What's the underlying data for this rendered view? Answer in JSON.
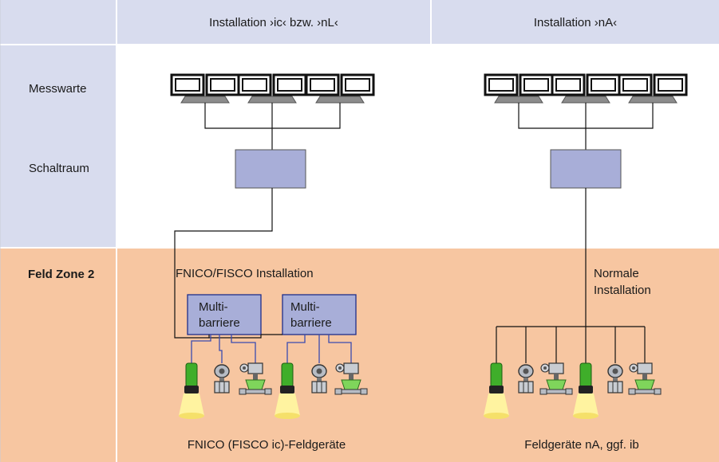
{
  "columns": {
    "left_header": "Installation ›ic‹ bzw. ›nL‹",
    "right_header": "Installation ›nA‹"
  },
  "rows": {
    "control_room": "Messwarte",
    "switch_room": "Schaltraum",
    "field_zone": "Feld Zone 2"
  },
  "left_section": {
    "installation_label": "FNICO/FISCO Installation",
    "barrier_1": [
      "Multi-",
      "barriere"
    ],
    "barrier_2": [
      "Multi-",
      "barriere"
    ],
    "devices_caption": "FNICO (FISCO ic)-Feldgeräte"
  },
  "right_section": {
    "installation_label": [
      "Normale",
      "Installation"
    ],
    "devices_caption": "Feldgeräte nA, ggf. ib"
  },
  "colors": {
    "header_blue": "#d8dcee",
    "field_orange": "#f7c6a1",
    "block_blue": "#a8aed8",
    "cable_blue": "#3b4bb0",
    "sensor_green": "#3fae2a",
    "lamp_yellow": "#fff5a0"
  },
  "icons": [
    "workstation-icon",
    "transmitter-icon",
    "valve-icon",
    "sensor-lamp-icon"
  ]
}
